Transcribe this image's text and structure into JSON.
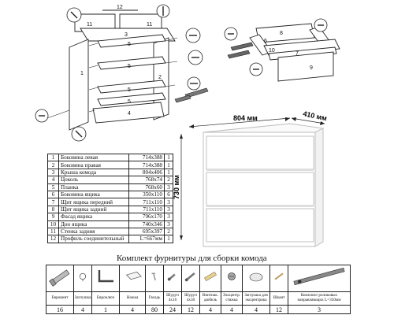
{
  "dimensions": {
    "width": "804 мм",
    "depth": "410 мм",
    "height": "730 мм"
  },
  "callouts": [
    "1",
    "2",
    "3",
    "4",
    "5",
    "5",
    "5",
    "5",
    "6",
    "7",
    "8",
    "9",
    "10",
    "11",
    "11",
    "12"
  ],
  "parts_table": [
    {
      "n": "1",
      "name": "Боковина левая",
      "size": "714x388",
      "qty": "1"
    },
    {
      "n": "2",
      "name": "Боковина правая",
      "size": "714x388",
      "qty": "1"
    },
    {
      "n": "3",
      "name": "Крыша комода",
      "size": "804x406",
      "qty": "1"
    },
    {
      "n": "4",
      "name": "Цоколь",
      "size": "768x74",
      "qty": "2"
    },
    {
      "n": "5",
      "name": "Планка",
      "size": "768x60",
      "qty": "3"
    },
    {
      "n": "6",
      "name": "Боковина ящика",
      "size": "350x110",
      "qty": "6"
    },
    {
      "n": "7",
      "name": "Щит ящика передний",
      "size": "711x110",
      "qty": "3"
    },
    {
      "n": "8",
      "name": "Щит ящика задний",
      "size": "711x110",
      "qty": "3"
    },
    {
      "n": "9",
      "name": "Фасад ящика",
      "size": "796x170",
      "qty": "3"
    },
    {
      "n": "10",
      "name": "Дно ящика",
      "size": "740x346",
      "qty": "3"
    },
    {
      "n": "11",
      "name": "Стенка задняя",
      "size": "695x397",
      "qty": "2"
    },
    {
      "n": "12",
      "name": "Профиль соединительный",
      "size": "L=667мм",
      "qty": "1"
    }
  ],
  "hardware": {
    "title": "Комплект фурнитуры для сборки комода",
    "items": [
      {
        "label": "Евровинт",
        "icon": "eurovint-icon",
        "qty": "16"
      },
      {
        "label": "Заглушка",
        "icon": "cap-icon",
        "qty": "4"
      },
      {
        "label": "Евроключ",
        "icon": "hex-key-icon",
        "qty": "1"
      },
      {
        "label": "Ножка",
        "icon": "foot-icon",
        "qty": "4"
      },
      {
        "label": "Гвоздь",
        "icon": "nail-icon",
        "qty": "80"
      },
      {
        "label": "Шуруп 4x16",
        "icon": "screw-short-icon",
        "qty": "24"
      },
      {
        "label": "Шуруп 4x30",
        "icon": "screw-long-icon",
        "qty": "12"
      },
      {
        "label": "Винтнак. дюбель",
        "icon": "dowel-icon",
        "qty": "4"
      },
      {
        "label": "Эксцентр. стяжка",
        "icon": "cam-lock-icon",
        "qty": "4"
      },
      {
        "label": "Заглушка для эксцентрика",
        "icon": "cam-cap-icon",
        "qty": "4"
      },
      {
        "label": "Шкант",
        "icon": "wood-dowel-icon",
        "qty": "12"
      },
      {
        "label": "Комплект роликовых направляющих L=350мм",
        "icon": "drawer-slide-icon",
        "qty": "3"
      }
    ]
  }
}
